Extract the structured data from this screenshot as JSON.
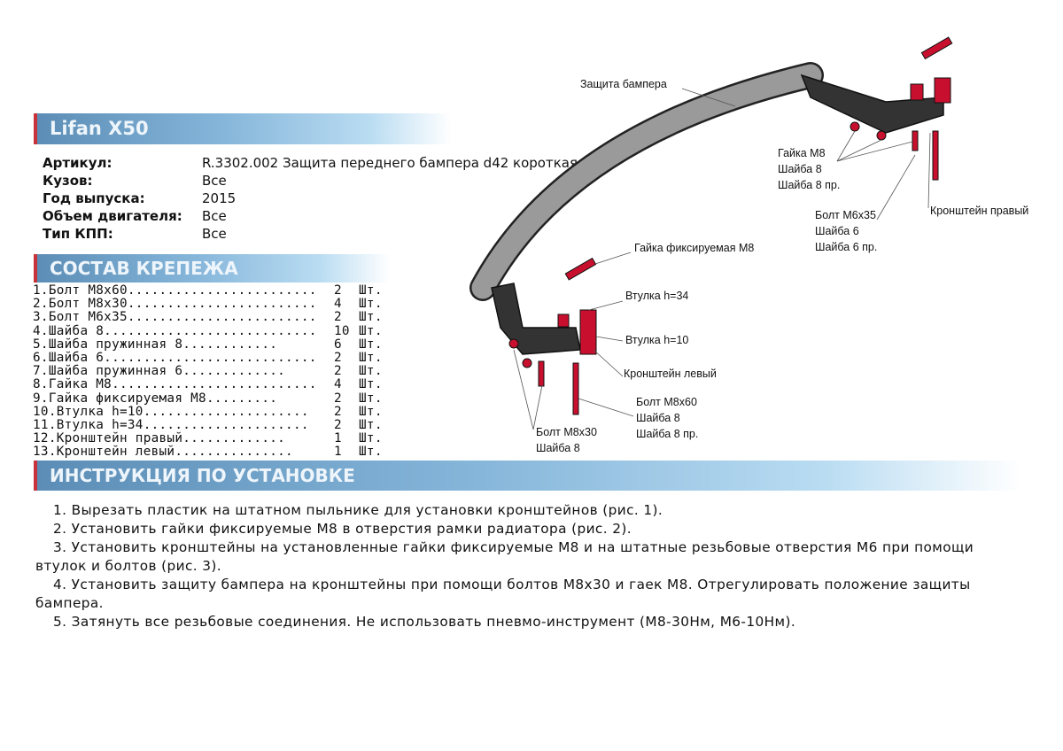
{
  "title": "Lifan X50",
  "specs": [
    {
      "label": "Артикул:",
      "value": "R.3302.002 Защита переднего бампера d42 короткая"
    },
    {
      "label": "Кузов:",
      "value": "Все"
    },
    {
      "label": "Год выпуска:",
      "value": "2015"
    },
    {
      "label": "Объем двигателя:",
      "value": "Все"
    },
    {
      "label": "Тип КПП:",
      "value": "Все"
    }
  ],
  "parts_title": "СОСТАВ КРЕПЕЖА",
  "parts": [
    {
      "name": "1.Болт М8х60........................",
      "qty": "2",
      "unit": "Шт."
    },
    {
      "name": "2.Болт М8х30........................",
      "qty": "4",
      "unit": "Шт."
    },
    {
      "name": "3.Болт М6х35........................",
      "qty": "2",
      "unit": "Шт."
    },
    {
      "name": "4.Шайба 8...........................",
      "qty": "10",
      "unit": "Шт."
    },
    {
      "name": "5.Шайба пружинная 8............",
      "qty": "6",
      "unit": "Шт."
    },
    {
      "name": "6.Шайба 6...........................",
      "qty": "2",
      "unit": "Шт."
    },
    {
      "name": "7.Шайба пружинная 6.............",
      "qty": "2",
      "unit": "Шт."
    },
    {
      "name": "8.Гайка М8..........................",
      "qty": "4",
      "unit": "Шт."
    },
    {
      "name": "9.Гайка фиксируемая М8.........",
      "qty": "2",
      "unit": "Шт."
    },
    {
      "name": "10.Втулка h=10.....................",
      "qty": "2",
      "unit": "Шт."
    },
    {
      "name": "11.Втулка h=34.....................",
      "qty": "2",
      "unit": "Шт."
    },
    {
      "name": "12.Кронштейн правый.............",
      "qty": "1",
      "unit": "Шт."
    },
    {
      "name": "13.Кронштейн левый...............",
      "qty": "1",
      "unit": "Шт."
    }
  ],
  "instr_title": "ИНСТРУКЦИЯ ПО УСТАНОВКЕ",
  "instructions": [
    "1. Вырезать пластик на штатном пыльнике для установки кронштейнов (рис. 1).",
    "2. Установить гайки фиксируемые М8 в отверстия рамки радиатора (рис. 2).",
    "3. Установить кронштейны на установленные гайки фиксируемые М8 и на штатные резьбовые отверстия М6 при помощи втулок и болтов (рис. 3).",
    "4. Установить защиту бампера на кронштейны при помощи болтов М8х30 и гаек М8. Отрегулировать положение защиты бампера.",
    "5. Затянуть все резьбовые соединения. Не использовать пневмо-инструмент (М8-30Нм, М6-10Нм)."
  ],
  "diagram": {
    "bumper": "Защита бампера",
    "nut_r": [
      "Гайка М8",
      "Шайба 8",
      "Шайба 8 пр."
    ],
    "bolt_m6": [
      "Болт М6х35",
      "Шайба 6",
      "Шайба 6 пр."
    ],
    "bracket_r": "Кронштейн правый",
    "fixnut": "Гайка фиксируемая М8",
    "bush34": "Втулка h=34",
    "bush10": "Втулка h=10",
    "bracket_l": "Кронштейн левый",
    "bolt_m860": [
      "Болт М8х60",
      "Шайба 8",
      "Шайба 8 пр."
    ],
    "bolt_m830": [
      "Болт М8х30",
      "Шайба 8"
    ]
  }
}
